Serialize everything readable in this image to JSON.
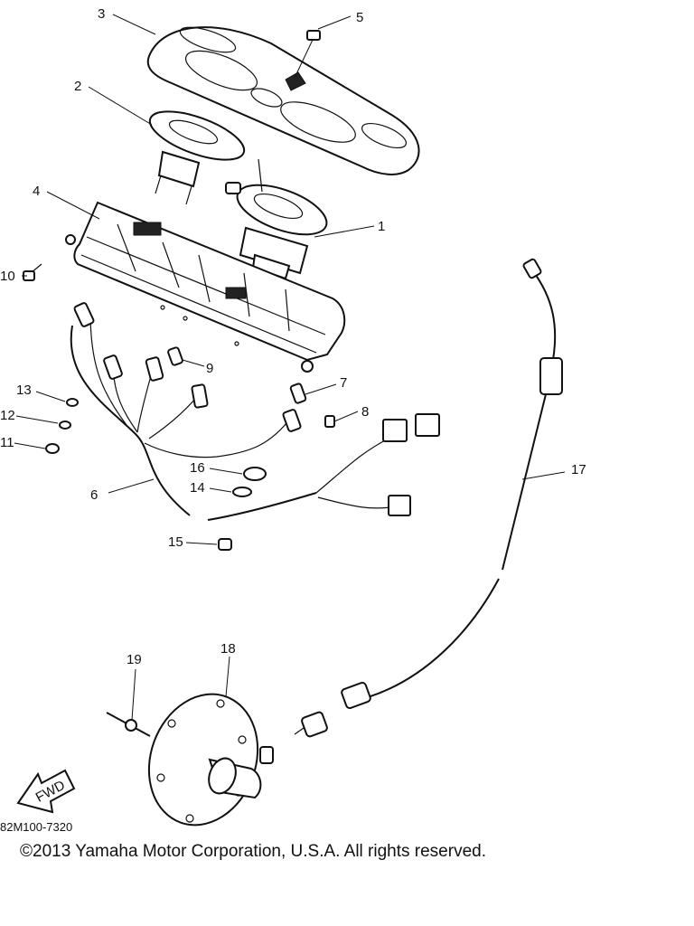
{
  "callouts": [
    {
      "id": "c1",
      "label": "1"
    },
    {
      "id": "c2",
      "label": "2"
    },
    {
      "id": "c3",
      "label": "3"
    },
    {
      "id": "c4",
      "label": "4"
    },
    {
      "id": "c5",
      "label": "5"
    },
    {
      "id": "c6",
      "label": "6"
    },
    {
      "id": "c7",
      "label": "7"
    },
    {
      "id": "c8",
      "label": "8"
    },
    {
      "id": "c9",
      "label": "9"
    },
    {
      "id": "c10",
      "label": "10"
    },
    {
      "id": "c11",
      "label": "11"
    },
    {
      "id": "c12",
      "label": "12"
    },
    {
      "id": "c13",
      "label": "13"
    },
    {
      "id": "c14",
      "label": "14"
    },
    {
      "id": "c15",
      "label": "15"
    },
    {
      "id": "c16",
      "label": "16"
    },
    {
      "id": "c17",
      "label": "17"
    },
    {
      "id": "c18",
      "label": "18"
    },
    {
      "id": "c19",
      "label": "19"
    }
  ],
  "fwd_label": "FWD",
  "diagram_code": "82M100-7320",
  "copyright": "©2013 Yamaha Motor Corporation, U.S.A. All rights reserved."
}
